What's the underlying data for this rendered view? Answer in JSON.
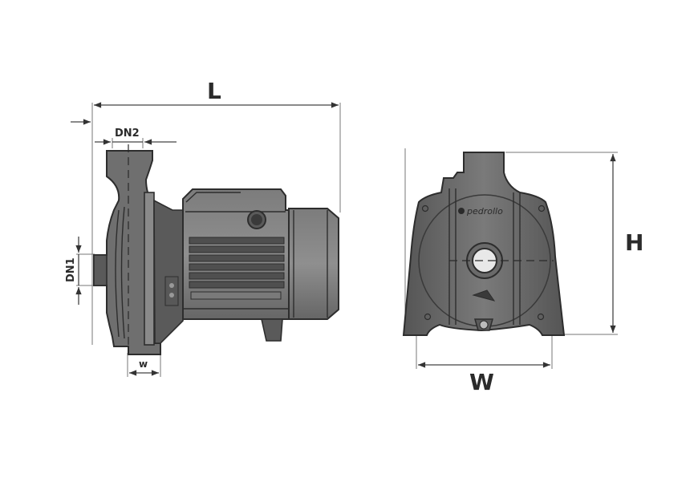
{
  "diagram": {
    "type": "technical-dimension-drawing",
    "subject": "centrifugal pump",
    "views": {
      "side": {
        "labels": {
          "length": "L",
          "outlet_diameter": "DN2",
          "inlet_diameter": "DN1",
          "foot_width": "w"
        }
      },
      "front": {
        "labels": {
          "height": "H",
          "width": "W"
        },
        "logo_text": "pedrollo"
      }
    },
    "colors": {
      "pump_body": "#6f6f6f",
      "outline": "#2d2d2d",
      "dimension_line": "#444444",
      "label_text": "#2b2b2b",
      "background": "#ffffff"
    }
  }
}
